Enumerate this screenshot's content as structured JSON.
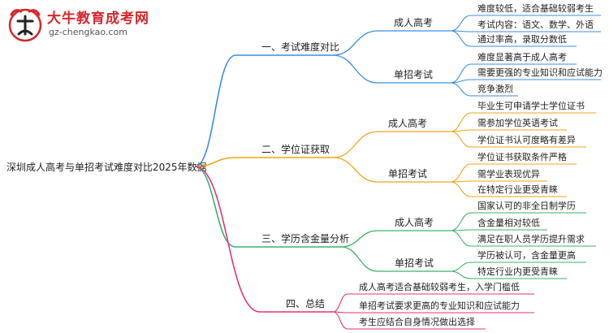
{
  "logo": {
    "title": "大牛教育成考网",
    "url": "gz-chengkao.com"
  },
  "mindmap": {
    "root": "深圳成人高考与单招考试难度对比2025年数据",
    "branches": [
      {
        "label": "一、考试难度对比",
        "color": "#3a8ee6",
        "children": [
          {
            "label": "成人高考",
            "children": [
              "难度较低，适合基础较弱考生",
              "考试内容：语文、数学、外语",
              "通过率高，录取分数低"
            ]
          },
          {
            "label": "单招考试",
            "children": [
              "难度显著高于成人高考",
              "需要更强的专业知识和应试能力",
              "竞争激烈"
            ]
          }
        ]
      },
      {
        "label": "二、学位证获取",
        "color": "#f0a51c",
        "children": [
          {
            "label": "成人高考",
            "children": [
              "毕业生可申请学士学位证书",
              "需参加学位英语考试",
              "学位证书认可度略有差异"
            ]
          },
          {
            "label": "单招考试",
            "children": [
              "学位证书获取条件严格",
              "需学业表现优异",
              "在特定行业更受青睐"
            ]
          }
        ]
      },
      {
        "label": "三、学历含金量分析",
        "color": "#3bb36a",
        "children": [
          {
            "label": "成人高考",
            "children": [
              "国家认可的非全日制学历",
              "含金量相对较低",
              "满足在职人员学历提升需求"
            ]
          },
          {
            "label": "单招考试",
            "children": [
              "学历被认可，含金量更高",
              "特定行业内更受青睐"
            ]
          }
        ]
      },
      {
        "label": "四、总结",
        "color": "#e8317a",
        "leaves": [
          "成人高考适合基础较弱考生，入学门槛低",
          "单招考试要求更高的专业知识和应试能力",
          "考生应结合自身情况做出选择"
        ]
      }
    ]
  }
}
